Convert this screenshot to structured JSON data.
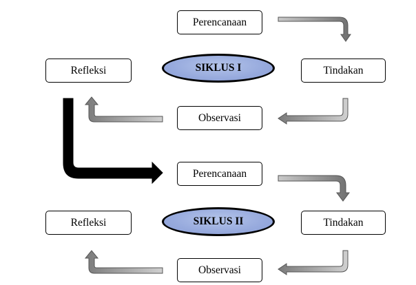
{
  "cycles": [
    {
      "title": "SIKLUS I",
      "planning": "Perencanaan",
      "action": "Tindakan",
      "observation": "Observasi",
      "reflection": "Refleksi"
    },
    {
      "title": "SIKLUS II",
      "planning": "Perencanaan",
      "action": "Tindakan",
      "observation": "Observasi",
      "reflection": "Refleksi"
    }
  ],
  "colors": {
    "ellipse_fill": "#97aadd",
    "arrow_gray": "#8c8c8c",
    "transition_arrow": "#000000"
  }
}
